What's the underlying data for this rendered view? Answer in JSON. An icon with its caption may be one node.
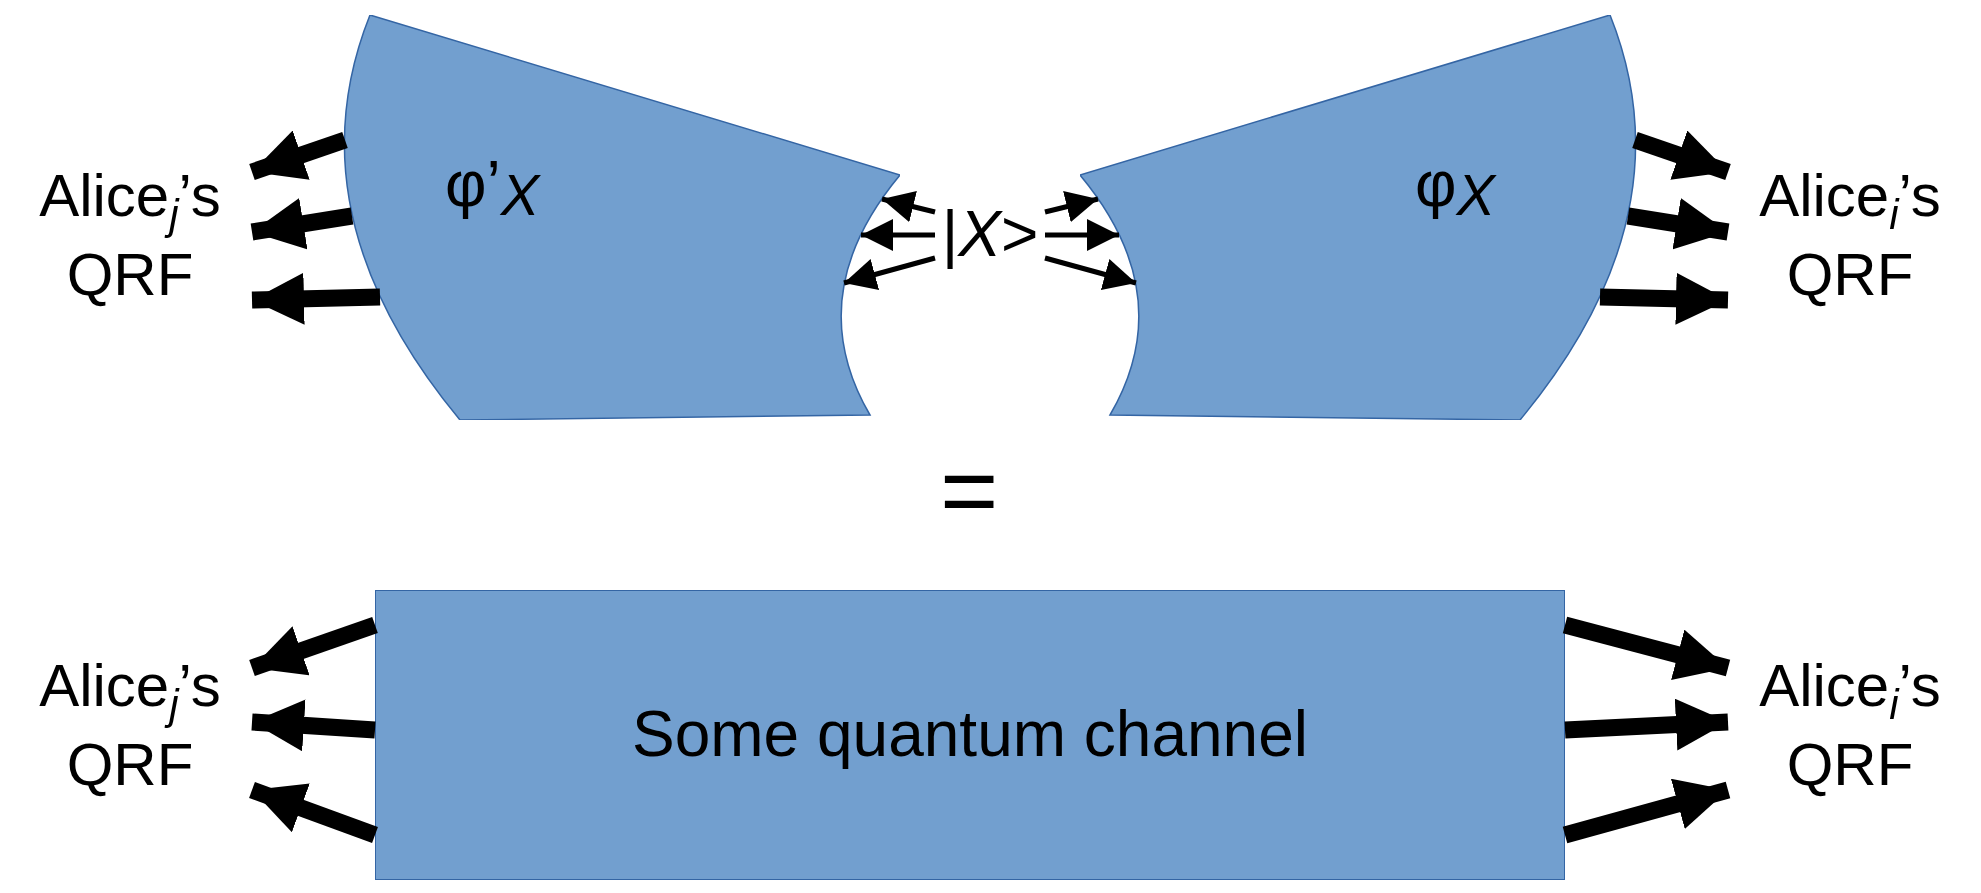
{
  "diagram": {
    "nodes": [
      {
        "text": [
          "φ’$_{X}$"
        ]
      },
      {
        "text": [
          "|*X*>"
        ]
      },
      {
        "text": [
          "φ$_{X}$"
        ]
      },
      {
        "text": [
          "Alice$_{j}$’s QRF"
        ]
      },
      {
        "text": [
          "Alice$_{i}$’s QRF"
        ]
      },
      {
        "text": [
          "Some quantum channel"
        ]
      },
      {
        "text": [
          "Alice$_{j}$’s QRF"
        ]
      },
      {
        "text": [
          "Alice$_{i}$’s QRF"
        ]
      }
    ],
    "edges": [
      {
        "from": 1,
        "to": 0,
        "arrow": "to"
      },
      {
        "from": 1,
        "to": 0,
        "arrow": "to"
      },
      {
        "from": 1,
        "to": 0,
        "arrow": "to"
      },
      {
        "from": 1,
        "to": 2,
        "arrow": "to"
      },
      {
        "from": 1,
        "to": 2,
        "arrow": "to"
      },
      {
        "from": 1,
        "to": 2,
        "arrow": "to"
      },
      {
        "from": 0,
        "to": 3,
        "arrow": "to"
      },
      {
        "from": 0,
        "to": 3,
        "arrow": "to"
      },
      {
        "from": 0,
        "to": 3,
        "arrow": "to"
      },
      {
        "from": 2,
        "to": 4,
        "arrow": "to"
      },
      {
        "from": 2,
        "to": 4,
        "arrow": "to"
      },
      {
        "from": 2,
        "to": 4,
        "arrow": "to"
      },
      {
        "from": 5,
        "to": 6,
        "arrow": "to"
      },
      {
        "from": 5,
        "to": 6,
        "arrow": "to"
      },
      {
        "from": 5,
        "to": 6,
        "arrow": "to"
      },
      {
        "from": 5,
        "to": 7,
        "arrow": "to"
      },
      {
        "from": 5,
        "to": 7,
        "arrow": "to"
      },
      {
        "from": 5,
        "to": 7,
        "arrow": "to"
      }
    ],
    "labels": [
      "="
    ]
  }
}
